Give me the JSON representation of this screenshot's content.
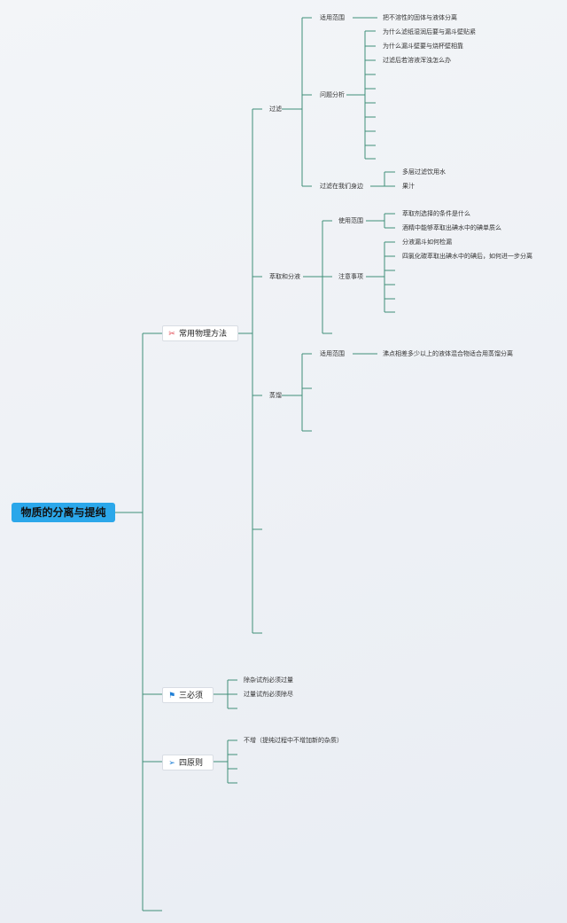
{
  "root": "物质的分离与提纯",
  "branches": {
    "physical": {
      "label": "常用物理方法",
      "icon": "tools-icon",
      "icon_color": "#e0404a"
    },
    "three": {
      "label": "三必须",
      "icon": "flag-icon",
      "icon_color": "#1f7fd6"
    },
    "four": {
      "label": "四原则",
      "icon": "paper-plane-icon",
      "icon_color": "#1f7fd6"
    }
  },
  "filter": {
    "label": "过滤",
    "scope": {
      "label": "适用范围",
      "text": "把不溶性的固体与液体分离"
    },
    "problems": {
      "label": "问题分析",
      "items": [
        "为什么滤纸湿润后要与漏斗壁贴紧",
        "为什么漏斗壁要与烧杯壁相靠",
        "过滤后若溶液浑浊怎么办"
      ]
    },
    "daily": {
      "label": "过滤在我们身边",
      "items": [
        "多层过滤饮用水",
        "果汁"
      ]
    }
  },
  "extract": {
    "label": "萃取和分液",
    "scope": {
      "label": "使用范围",
      "items": [
        "萃取剂选择的条件是什么",
        "酒精中能够萃取出碘水中的碘单质么"
      ]
    },
    "notes": {
      "label": "注意事项",
      "items": [
        "分液漏斗如何检漏",
        "四氯化碳萃取出碘水中的碘后，如何进一步分离"
      ]
    }
  },
  "distill": {
    "label": "蒸馏",
    "scope": {
      "label": "适用范围",
      "text": "沸点相差多少以上的液体混合物适合用蒸馏分离"
    }
  },
  "three_items": [
    "除杂试剂必须过量",
    "过量试剂必须除尽"
  ],
  "four_items": [
    "不增（提纯过程中不增加新的杂质）"
  ],
  "line_color": "#3f8f78"
}
